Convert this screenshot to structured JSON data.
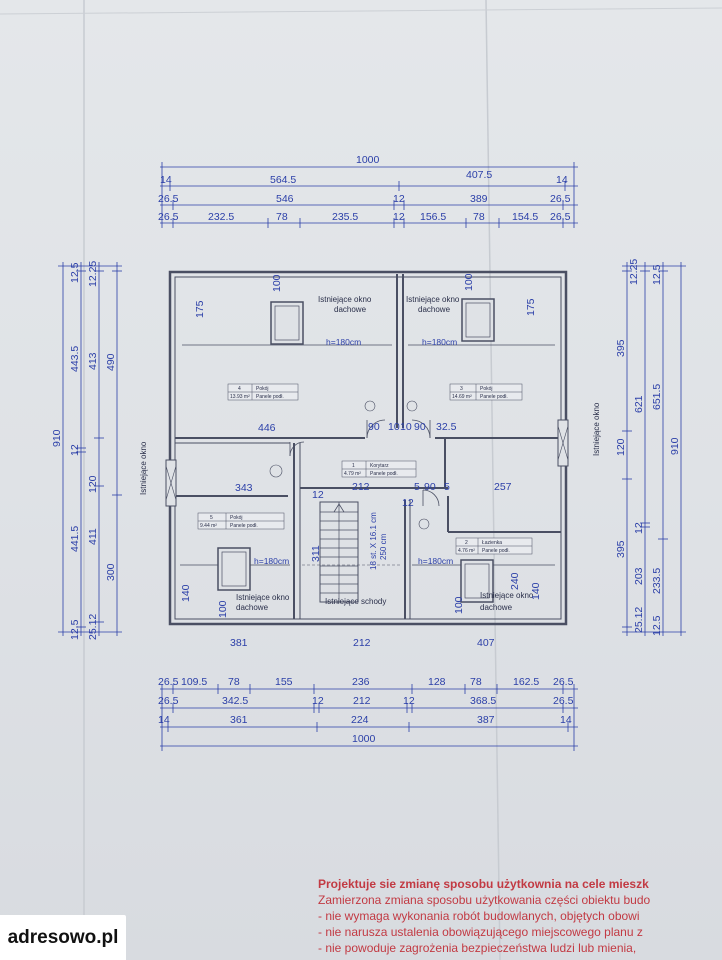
{
  "dimensions": {
    "top_total": "1000",
    "top_row1": [
      "14",
      "564.5",
      "407.5",
      "14"
    ],
    "top_row2": [
      "26.5",
      "546",
      "12",
      "389",
      "26.5"
    ],
    "top_row3": [
      "26.5",
      "232.5",
      "78",
      "235.5",
      "12",
      "156.5",
      "78",
      "154.5",
      "26.5"
    ],
    "bottom_row1": [
      "26.5",
      "109.5",
      "78",
      "155",
      "236",
      "128",
      "78",
      "162.5",
      "26.5"
    ],
    "bottom_row2": [
      "26.5",
      "342.5",
      "12",
      "212",
      "12",
      "368.5",
      "26.5"
    ],
    "bottom_row3": [
      "14",
      "361",
      "224",
      "387",
      "14"
    ],
    "bottom_total": "1000",
    "left_outer": "910",
    "left_row1": [
      "12.5",
      "443.5",
      "12",
      "441.5",
      "12.5"
    ],
    "left_row2": [
      "12.25",
      "413",
      "120",
      "411",
      "25.12"
    ],
    "left_row3": [
      "490",
      "300"
    ],
    "right_row1": [
      "12.25",
      "395",
      "120",
      "395",
      "25.12"
    ],
    "right_row2": [
      "621",
      "12",
      "203",
      "12.5"
    ],
    "right_row3": [
      "12.5",
      "651.5",
      "233.5"
    ],
    "right_outer": "910"
  },
  "inner_dims": {
    "d175a": "175",
    "d100a": "100",
    "d100b": "100",
    "d175b": "175",
    "h180a": "h=180cm",
    "h180b": "h=180cm",
    "h180c": "h=180cm",
    "h180d": "h=180cm",
    "d446": "446",
    "d90a": "90",
    "d10a": "10",
    "d10b": "10",
    "d90b": "90",
    "d32": "32.5",
    "d343": "343",
    "d212": "212",
    "d5a": "5",
    "d90c": "90",
    "d5b": "5",
    "d257": "257",
    "d12a": "12",
    "d12b": "12",
    "d311": "311",
    "d140a": "140",
    "d100c": "100",
    "d240": "240",
    "d140b": "140",
    "d100d": "100",
    "d381": "381",
    "d212b": "212",
    "d407": "407",
    "stairs_dim": "18 st. X 16.1 cm",
    "stairs_dim2": "250 cm"
  },
  "rooms": [
    {
      "no": "4",
      "name": "Pokój",
      "area": "13.93 m²",
      "floor": "Panele podł."
    },
    {
      "no": "3",
      "name": "Pokój",
      "area": "14.69 m²",
      "floor": "Panele podł."
    },
    {
      "no": "1",
      "name": "Korytarz",
      "area": "4.79 m²",
      "floor": "Panele podł."
    },
    {
      "no": "5",
      "name": "Pokój",
      "area": "9.44 m²",
      "floor": "Panele podł."
    },
    {
      "no": "2",
      "name": "Łazienka",
      "area": "4.76 m²",
      "floor": "Panele podł."
    }
  ],
  "labels": {
    "window_tl": [
      "Istniejące okno",
      "dachowe"
    ],
    "window_tr": [
      "Istniejące okno",
      "dachowe"
    ],
    "window_bl": [
      "Istniejące okno",
      "dachowe"
    ],
    "window_br": [
      "Istniejące okno",
      "dachowe"
    ],
    "side_left": "Istniejące okno",
    "side_right": "Istniejące okno",
    "stairs": "Istniejące schody"
  },
  "notes": {
    "heading": "Projektuje sie zmianę sposobu użytkownia na cele mieszk",
    "line1": "Zamierzona zmiana sposobu użytkowania części obiektu budo",
    "line2": "- nie wymaga wykonania robót budowlanych, objętych obowi",
    "line3": "- nie narusza ustalenia obowiązującego miejscowego planu z",
    "line4": "- nie powoduje zagrożenia bezpieczeństwa ludzi lub mienia,"
  },
  "watermark": "adresowo.pl",
  "colors": {
    "dimension": "#2b3fa8",
    "wall": "#4a4f63",
    "notes": "#c23a43"
  }
}
